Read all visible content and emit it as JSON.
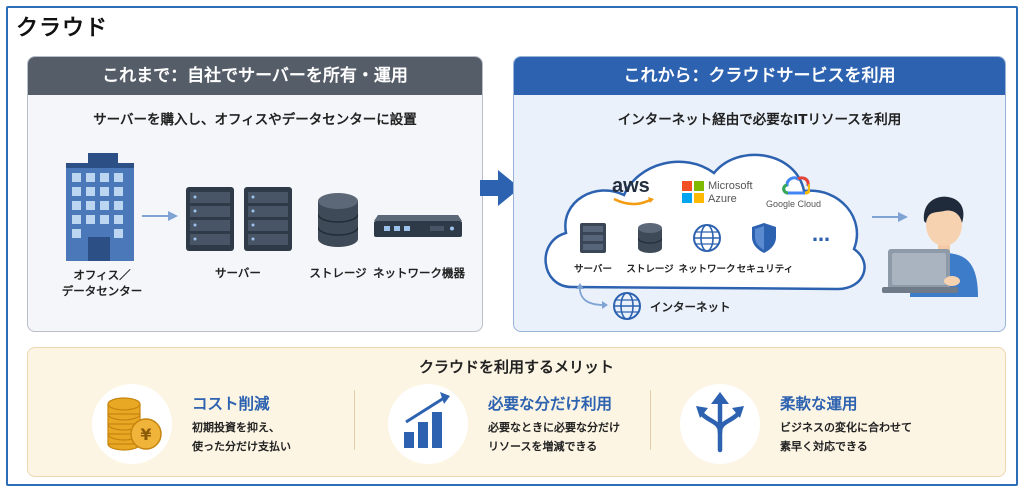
{
  "title": "クラウド",
  "left_panel": {
    "header": "これまで：自社でサーバーを所有・運用",
    "subtitle": "サーバーを購入し、オフィスやデータセンターに設置",
    "labels": {
      "office_line1": "オフィス／",
      "office_line2": "データセンター",
      "servers": "サーバー",
      "storage": "ストレージ",
      "network": "ネットワーク機器"
    }
  },
  "right_panel": {
    "header": "これから：クラウドサービスを利用",
    "subtitle": "インターネット経由で必要なITリソースを利用",
    "providers": {
      "aws": "aws",
      "ms_line1": "Microsoft",
      "ms_line2": "Azure",
      "google": "Google Cloud"
    },
    "services": {
      "server": "サーバー",
      "storage": "ストレージ",
      "network": "ネットワーク",
      "security": "セキュリティ",
      "more": "…"
    },
    "internet": "インターネット"
  },
  "merits": {
    "title": "クラウドを利用するメリット",
    "items": [
      {
        "heading": "コスト削減",
        "line1": "初期投資を抑え、",
        "line2": "使った分だけ支払い",
        "icon": "yen-coins-icon"
      },
      {
        "heading": "必要な分だけ利用",
        "line1": "必要なときに必要な分だけ",
        "line2": "リソースを増減できる",
        "icon": "bar-chart-growth-icon"
      },
      {
        "heading": "柔軟な運用",
        "line1": "ビジネスの変化に合わせて",
        "line2": "素早く対応できる",
        "icon": "branching-arrows-icon"
      }
    ]
  },
  "colors": {
    "accent_blue": "#2d62b0",
    "dark_header": "#555d68",
    "merits_bg": "#fdf5e4",
    "coin_gold": "#e8a823"
  }
}
